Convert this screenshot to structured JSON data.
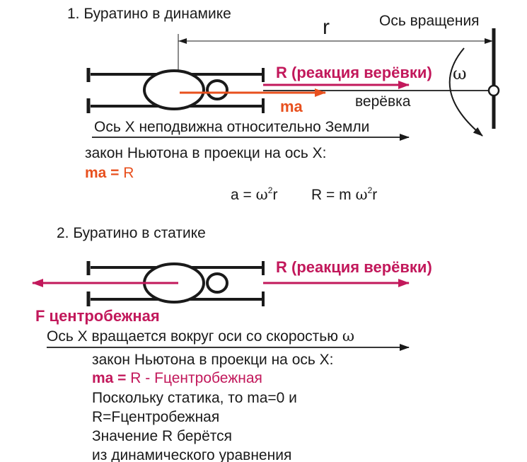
{
  "colors": {
    "text": "#1a1a1a",
    "orange": "#e8501e",
    "magenta": "#c2185b"
  },
  "section1": {
    "heading": "1.  Буратино в динамике",
    "r_label": "r",
    "axis_label": "Ось вращения",
    "omega_label": "ω",
    "reaction_label": "R (реакция верёвки)",
    "ma_label": "ma",
    "rope_label": "верёвка",
    "x_axis_text": "Ось X неподвижна относительно Земли",
    "law_text": "закон Ньютона в проекци на ось X:",
    "eq_ma": "ma = ",
    "eq_R": "R",
    "formula_a_pre": "a = ",
    "formula_omega": "ω",
    "formula_sup": "2",
    "formula_r": "r",
    "formula_R_pre": "R = m ",
    "formula_omega2": "ω",
    "formula_sup2": "2",
    "formula_r2": "r"
  },
  "section2": {
    "heading": "2. Буратино в статике",
    "reaction_label": "R (реакция верёвки)",
    "centrifugal_label": "F центробежная",
    "x_axis_text": "Ось X вращается вокруг оси со скоростью ",
    "x_axis_omega": "ω",
    "law_text": "закон Ньютона в проекци на ось X:",
    "eq_ma": "ma = ",
    "eq_rest": "R - Fцентробежная",
    "line1": "Поскольку статика, то ma=0 и",
    "line2": "R=Fцентробежная",
    "line3": "Значение R берётся",
    "line4": "из динамического уравнения"
  }
}
